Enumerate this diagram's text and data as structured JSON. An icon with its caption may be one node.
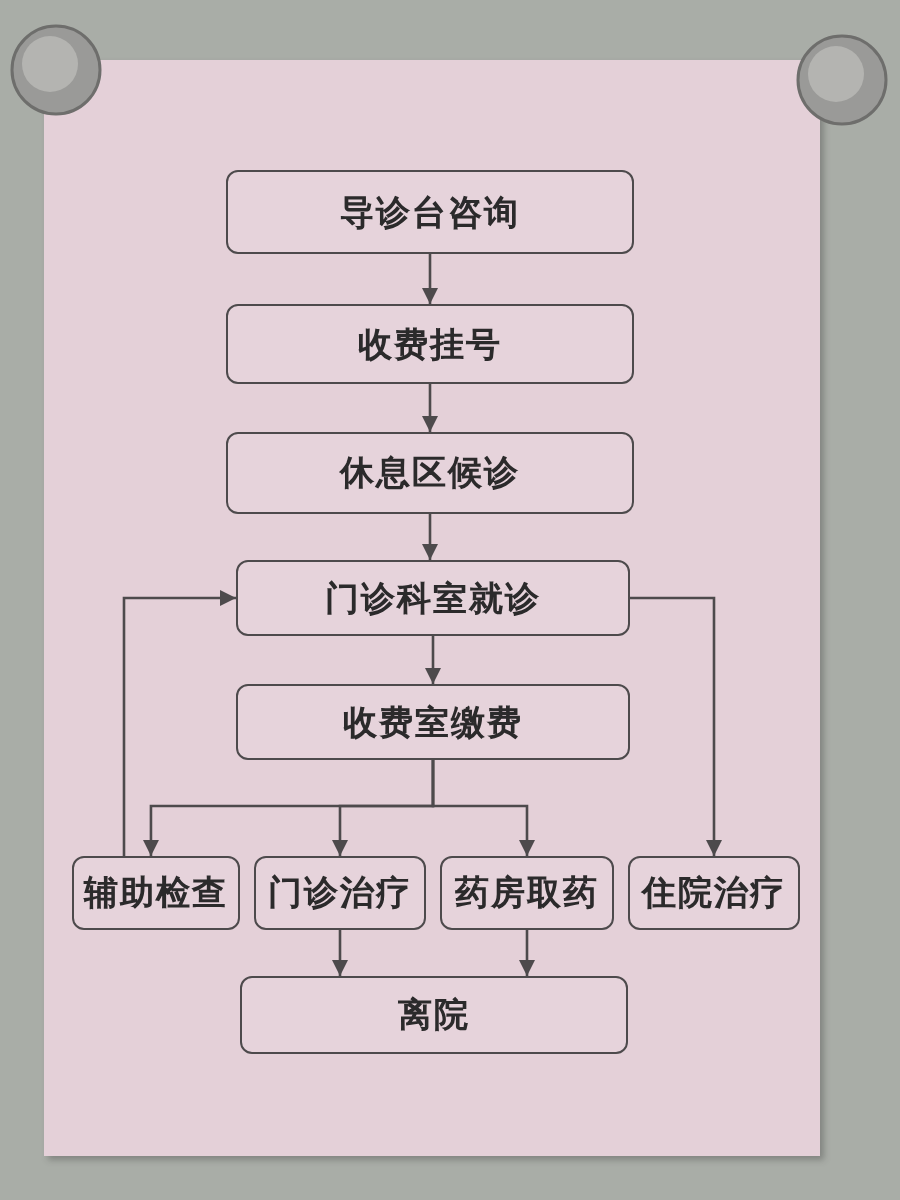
{
  "diagram": {
    "nodes": [
      {
        "text": [
          "导诊台咨询"
        ]
      },
      {
        "text": [
          "收费挂号"
        ]
      },
      {
        "text": [
          "休息区候诊"
        ]
      },
      {
        "text": [
          "门诊科室就诊"
        ]
      },
      {
        "text": [
          "收费室缴费"
        ]
      },
      {
        "text": [
          "辅助检查"
        ]
      },
      {
        "text": [
          "门诊治疗"
        ]
      },
      {
        "text": [
          "药房取药"
        ]
      },
      {
        "text": [
          "住院治疗"
        ]
      },
      {
        "text": [
          "离院"
        ]
      }
    ],
    "edges": [
      {
        "from": 0,
        "to": 1,
        "arrow": "to"
      },
      {
        "from": 1,
        "to": 2,
        "arrow": "to"
      },
      {
        "from": 2,
        "to": 3,
        "arrow": "to"
      },
      {
        "from": 3,
        "to": 4,
        "arrow": "to"
      },
      {
        "from": 4,
        "to": 5,
        "arrow": "to"
      },
      {
        "from": 4,
        "to": 6,
        "arrow": "to"
      },
      {
        "from": 4,
        "to": 7,
        "arrow": "to"
      },
      {
        "from": 5,
        "to": 3,
        "arrow": "to"
      },
      {
        "from": 3,
        "to": 8,
        "arrow": "to"
      },
      {
        "from": 6,
        "to": 9,
        "arrow": "to"
      },
      {
        "from": 7,
        "to": 9,
        "arrow": "to"
      }
    ]
  }
}
